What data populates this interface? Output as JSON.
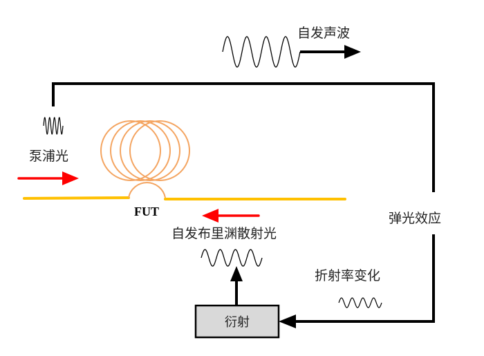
{
  "diagram": {
    "title": "Spontaneous Brillouin scattering mechanism",
    "labels": {
      "acoustic_wave": "自发声波",
      "pump_light": "泵浦光",
      "fut": "FUT",
      "scattered_light": "自发布里渊散射光",
      "photoelastic_effect": "弹光效应",
      "refractive_index_change": "折射率变化",
      "diffraction": "衍射"
    },
    "colors": {
      "fiber": "#ffc000",
      "coil": "#f4a460",
      "light_arrow": "#ff0000",
      "flow_line": "#000000",
      "box_fill": "#d9d9d9"
    },
    "waves": {
      "acoustic_wave_periods": 4,
      "pump_wave_periods": 4,
      "scattered_wave_periods": 4,
      "index_wave_periods": 4
    },
    "coil_loops": 4
  }
}
